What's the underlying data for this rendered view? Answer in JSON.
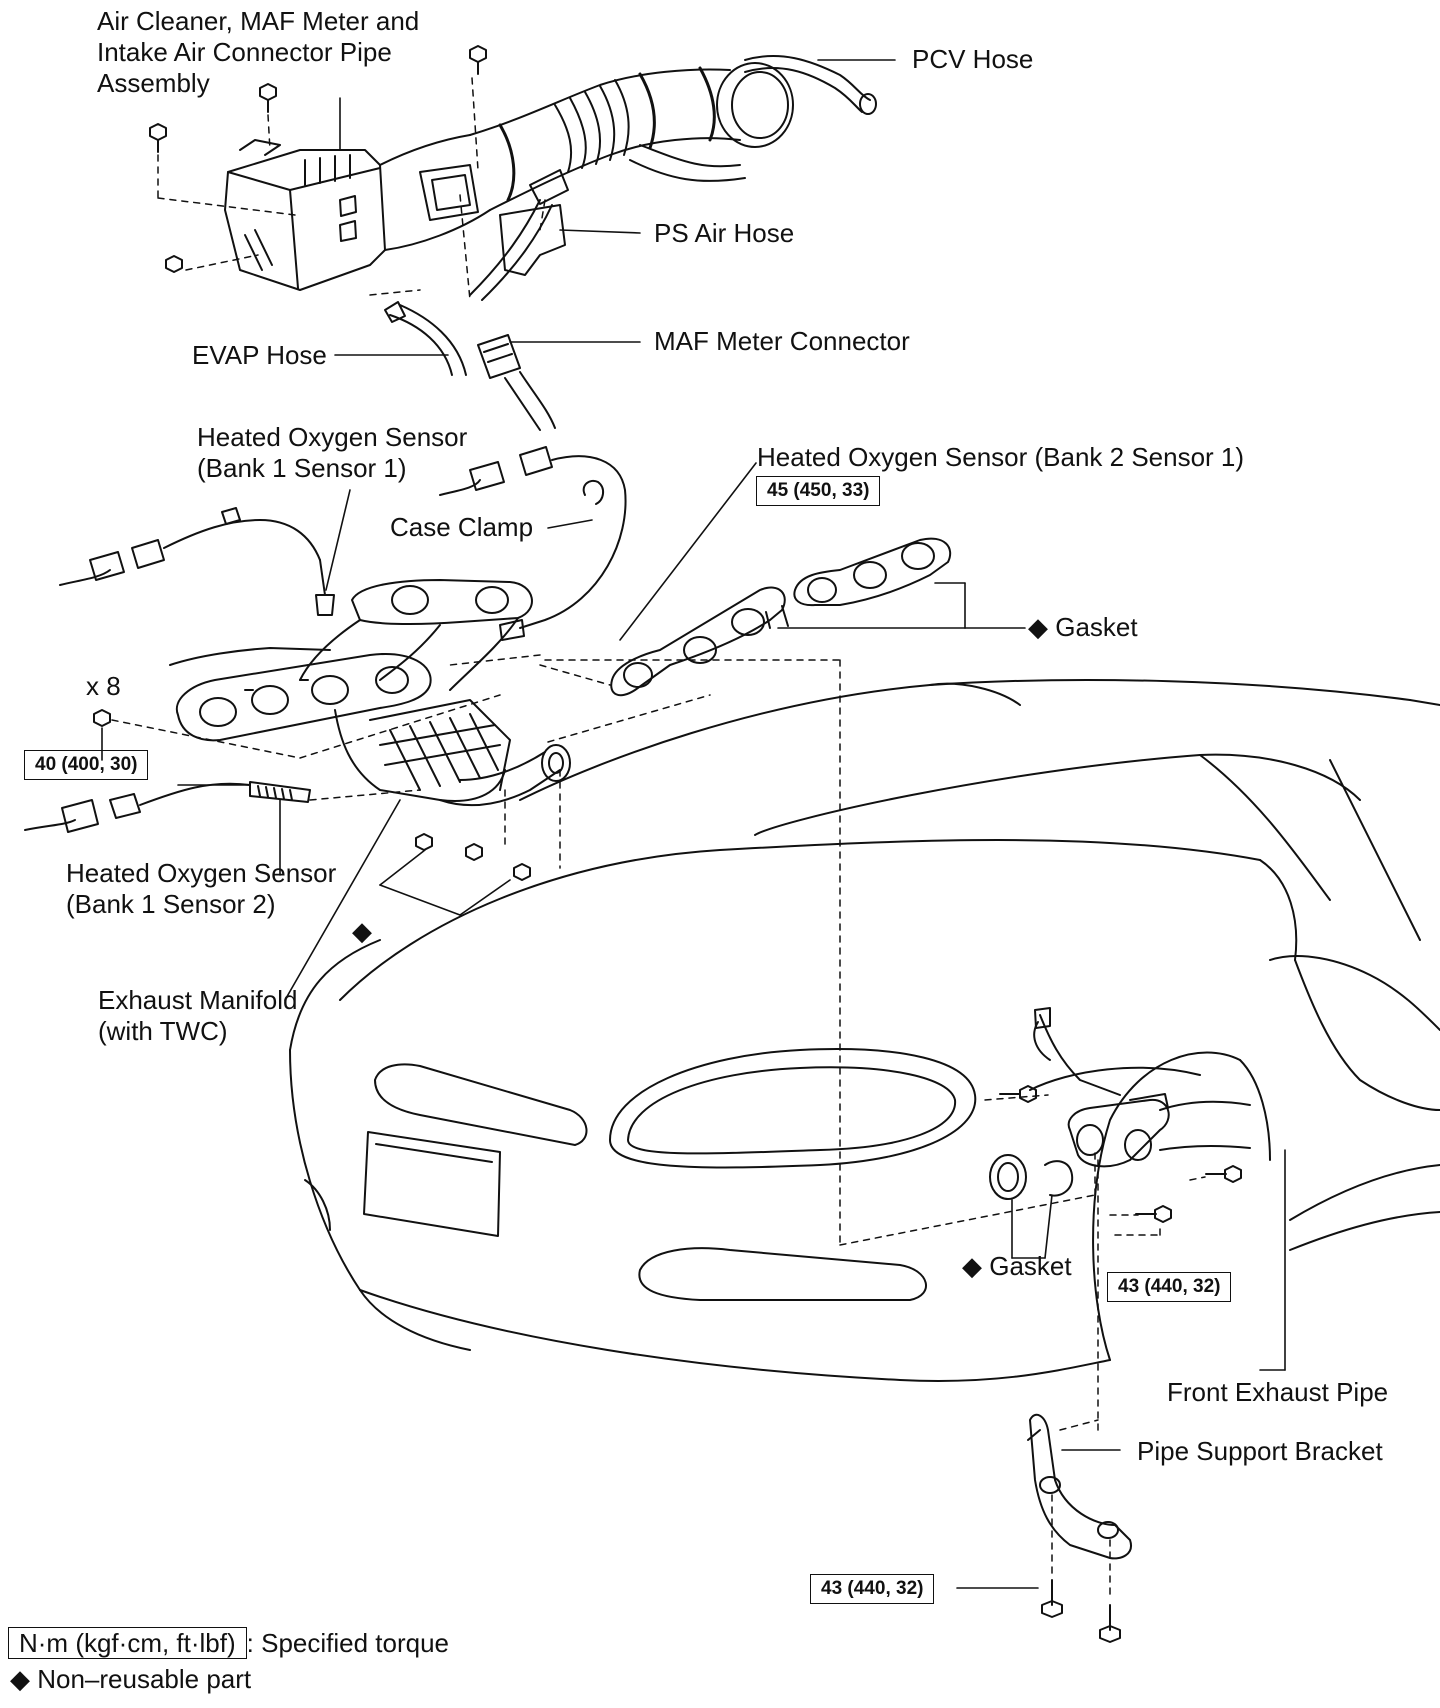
{
  "labels": {
    "air_cleaner": [
      "Air Cleaner, MAF Meter and",
      "Intake Air Connector Pipe",
      "Assembly"
    ],
    "pcv_hose": "PCV Hose",
    "ps_air_hose": "PS Air Hose",
    "maf_connector": "MAF Meter Connector",
    "evap_hose": "EVAP Hose",
    "ho2s_b1s1": [
      "Heated Oxygen Sensor",
      "(Bank 1 Sensor 1)"
    ],
    "ho2s_b2s1": "Heated Oxygen Sensor (Bank 2 Sensor 1)",
    "case_clamp": "Case Clamp",
    "gasket_upper": "Gasket",
    "nut_count": "x 8",
    "ho2s_b1s2": [
      "Heated Oxygen Sensor",
      "(Bank 1 Sensor 2)"
    ],
    "exhaust_manifold": [
      "Exhaust Manifold",
      "(with TWC)"
    ],
    "gasket_lower": "Gasket",
    "front_exhaust_pipe": "Front Exhaust Pipe",
    "pipe_support_bracket": "Pipe Support Bracket"
  },
  "torques": {
    "b2s1": "45 (450, 33)",
    "manifold_nuts": "40 (400, 30)",
    "front_pipe": "43 (440, 32)",
    "bracket": "43 (440, 32)"
  },
  "legend": {
    "torque_unit": "N·m (kgf·cm, ft·lbf)",
    "torque_text": ": Specified torque",
    "non_reusable_symbol": "◆",
    "non_reusable_text": "Non–reusable part"
  }
}
